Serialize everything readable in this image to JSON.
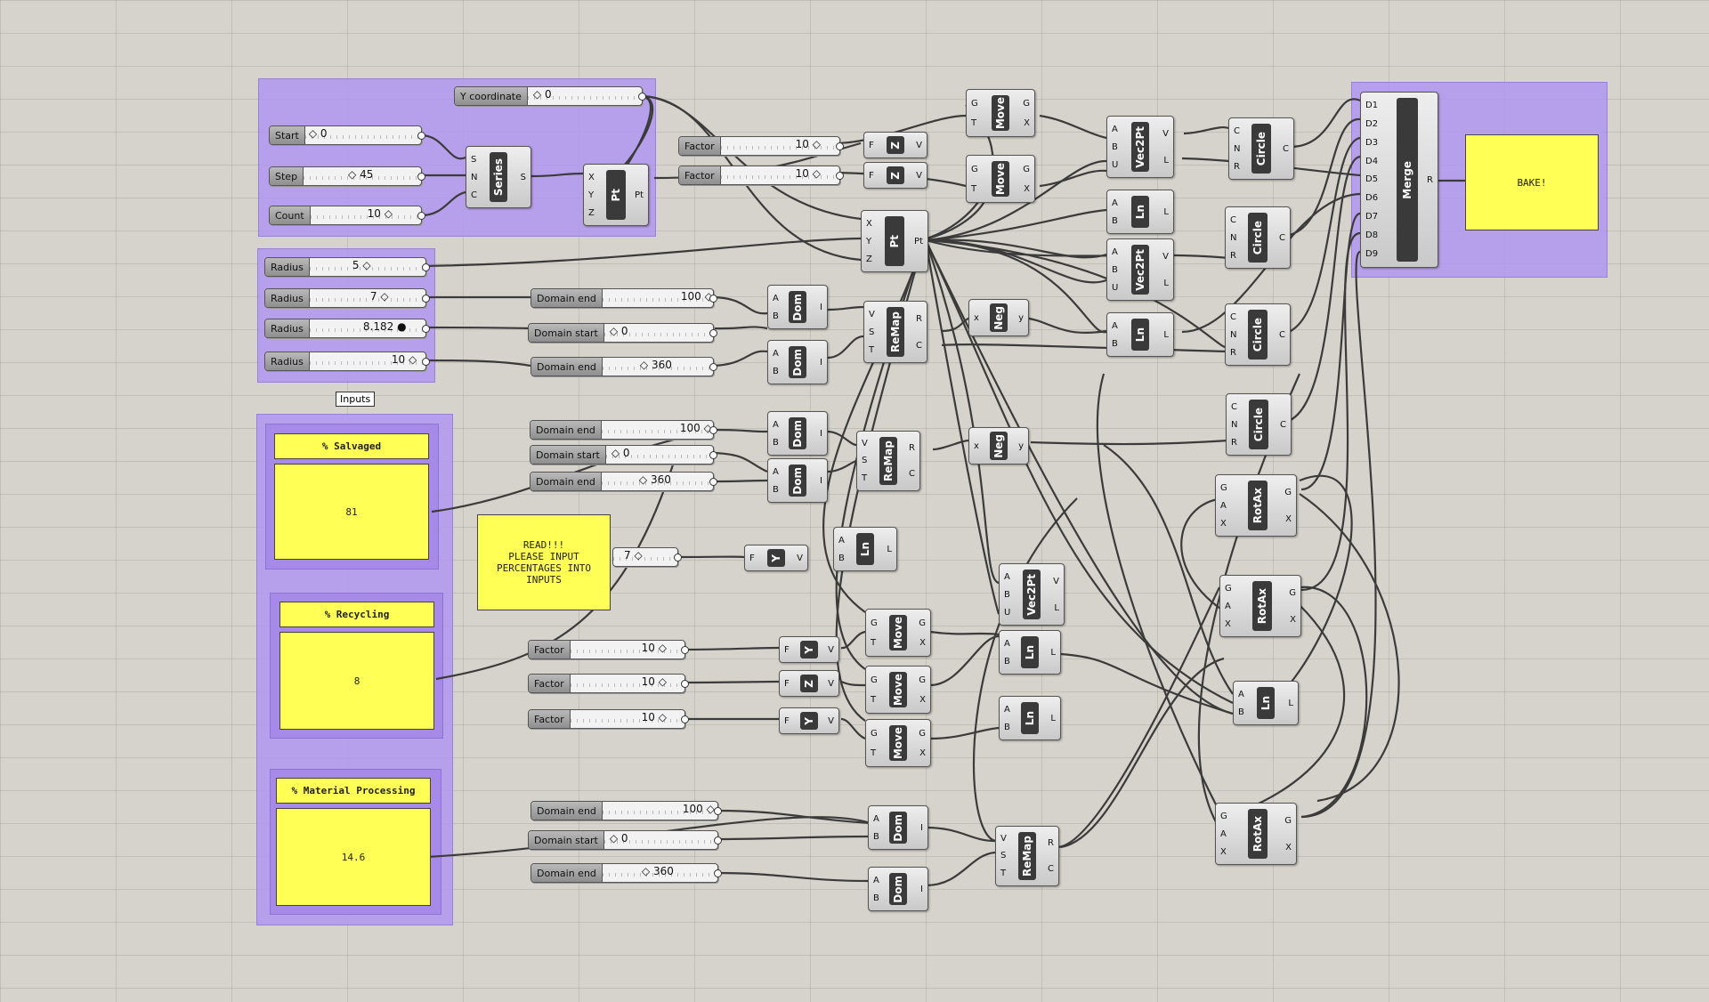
{
  "labels": {
    "y_coordinate": "Y coordinate",
    "start": "Start",
    "step": "Step",
    "count": "Count",
    "radius": "Radius",
    "factor": "Factor",
    "domain_end": "Domain end",
    "domain_start": "Domain start",
    "inputs_tag": "Inputs"
  },
  "values": {
    "y_coordinate": "0",
    "start": "0",
    "step": "45",
    "count": "10",
    "radius_1": "5",
    "radius_2": "7",
    "radius_3": "8.182",
    "radius_4": "10",
    "factor_z1": "10",
    "factor_z2": "10",
    "domain_end_a": "100",
    "domain_start_a": "0",
    "domain_end_b": "360",
    "domain_end_c": "100",
    "domain_start_c": "0",
    "domain_end_d": "360",
    "number_7": "7",
    "factor_y1": "10",
    "factor_z3": "10",
    "factor_y2": "10",
    "domain_end_e": "100",
    "domain_start_e": "0",
    "domain_end_f": "360"
  },
  "panels": {
    "salvaged_title": "% Salvaged",
    "salvaged_value": "81",
    "recycling_title": "% Recycling",
    "recycling_value": "8",
    "material_title": "% Material Processing",
    "material_value": "14.6",
    "read_note": "READ!!!\nPLEASE INPUT\nPERCENTAGES INTO\nINPUTS",
    "bake": "BAKE!"
  },
  "components": {
    "series": "Series",
    "pt": "Pt",
    "z": "Z",
    "move": "Move",
    "vec2pt": "Vec2Pt",
    "circle": "Circle",
    "merge": "Merge",
    "ln": "Ln",
    "dom": "Dom",
    "remap": "ReMap",
    "neg": "Neg",
    "rotax": "RotAx",
    "y": "Y"
  }
}
